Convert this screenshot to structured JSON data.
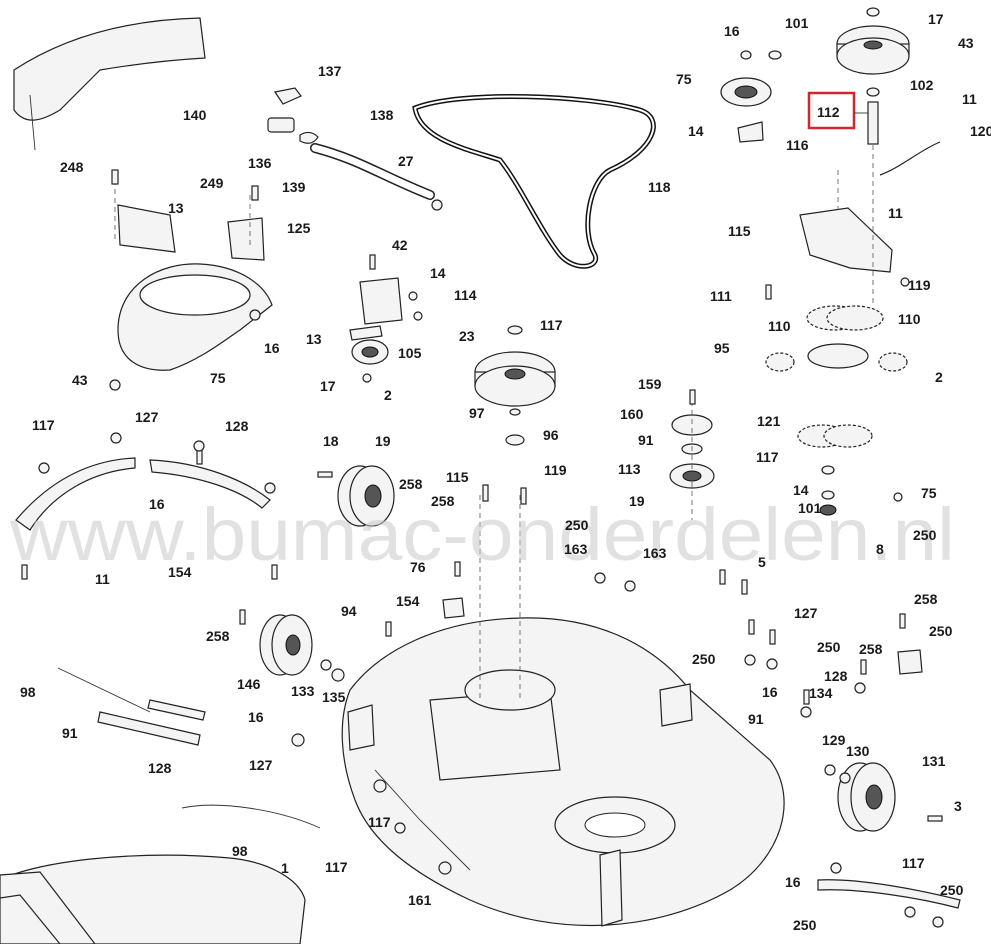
{
  "watermark": "www.bumac-onderdelen.nl",
  "highlight": {
    "label": "112",
    "color": "#d3262c"
  },
  "labels": [
    "17",
    "43",
    "16",
    "101",
    "75",
    "102",
    "11",
    "14",
    "116",
    "120",
    "140",
    "137",
    "138",
    "136",
    "139",
    "27",
    "118",
    "115",
    "11",
    "248",
    "249",
    "13",
    "125",
    "42",
    "14",
    "114",
    "13",
    "119",
    "111",
    "110",
    "110",
    "95",
    "2",
    "105",
    "16",
    "75",
    "43",
    "17",
    "2",
    "23",
    "117",
    "159",
    "117",
    "127",
    "128",
    "18",
    "19",
    "97",
    "96",
    "160",
    "91",
    "16",
    "258",
    "258",
    "115",
    "119",
    "117",
    "121",
    "75",
    "14",
    "113",
    "19",
    "101",
    "8",
    "250",
    "250",
    "163",
    "163",
    "11",
    "154",
    "76",
    "5",
    "154",
    "258",
    "94",
    "127",
    "250",
    "258",
    "250",
    "258",
    "250",
    "128",
    "91",
    "16",
    "134",
    "146",
    "133",
    "135",
    "98",
    "16",
    "91",
    "128",
    "127",
    "129",
    "130",
    "131",
    "3",
    "98",
    "1",
    "117",
    "117",
    "161",
    "16",
    "117",
    "250",
    "250"
  ]
}
